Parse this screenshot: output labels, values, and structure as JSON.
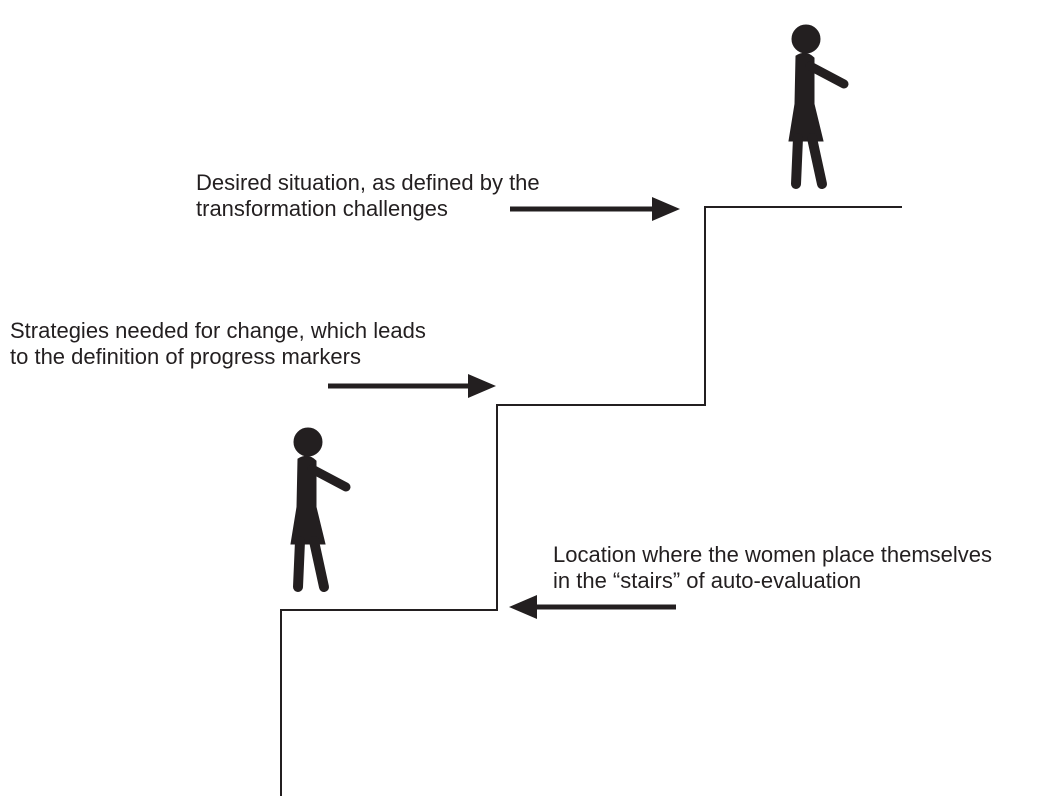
{
  "colors": {
    "ink": "#231f20",
    "line": "#231f20",
    "background": "#ffffff"
  },
  "labels": {
    "desired": {
      "line1": "Desired situation, as defined by the",
      "line2": "transformation challenges"
    },
    "strategies": {
      "line1": "Strategies needed for change, which leads",
      "line2": "to the definition of progress markers"
    },
    "location": {
      "line1": "Location where the women place themselves",
      "line2": "in the “stairs” of auto-evaluation"
    }
  },
  "icons": {
    "figure": "woman-figure-icon",
    "arrow_right": "arrow-right-icon",
    "arrow_left": "arrow-left-icon"
  }
}
